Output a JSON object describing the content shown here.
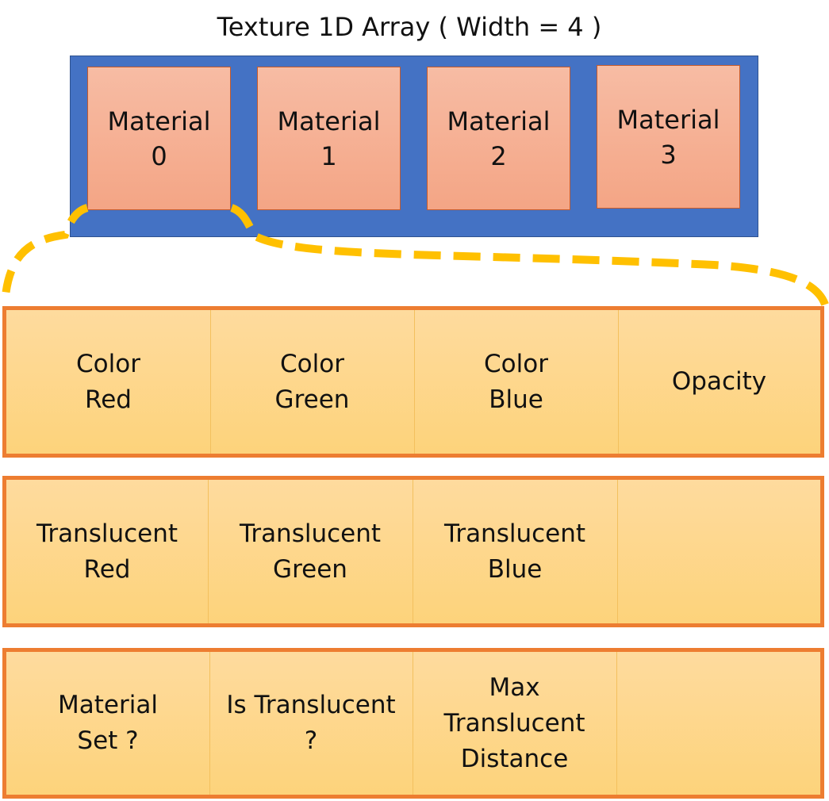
{
  "title": "Texture 1D Array ( Width = 4 )",
  "materials": [
    {
      "line1": "Material",
      "line2": "0"
    },
    {
      "line1": "Material",
      "line2": "1"
    },
    {
      "line1": "Material",
      "line2": "2"
    },
    {
      "line1": "Material",
      "line2": "3"
    }
  ],
  "rows": [
    {
      "cells": [
        {
          "line1": "Color",
          "line2": "Red"
        },
        {
          "line1": "Color",
          "line2": "Green"
        },
        {
          "line1": "Color",
          "line2": "Blue"
        },
        {
          "line1": "Opacity"
        }
      ]
    },
    {
      "cells": [
        {
          "line1": "Translucent",
          "line2": "Red"
        },
        {
          "line1": "Translucent",
          "line2": "Green"
        },
        {
          "line1": "Translucent",
          "line2": "Blue"
        },
        {}
      ]
    },
    {
      "cells": [
        {
          "line1": "Material",
          "line2": "Set ?"
        },
        {
          "line1": "Is Translucent",
          "line2": "?"
        },
        {
          "line1": "Max",
          "line2": "Translucent",
          "line3": "Distance"
        },
        {}
      ]
    }
  ],
  "colors": {
    "array_bg": "#4472c4",
    "material_fill": "#f4a585",
    "row_border": "#ed7d31",
    "row_fill": "#fdd37b",
    "callout_dash": "#ffc000"
  }
}
